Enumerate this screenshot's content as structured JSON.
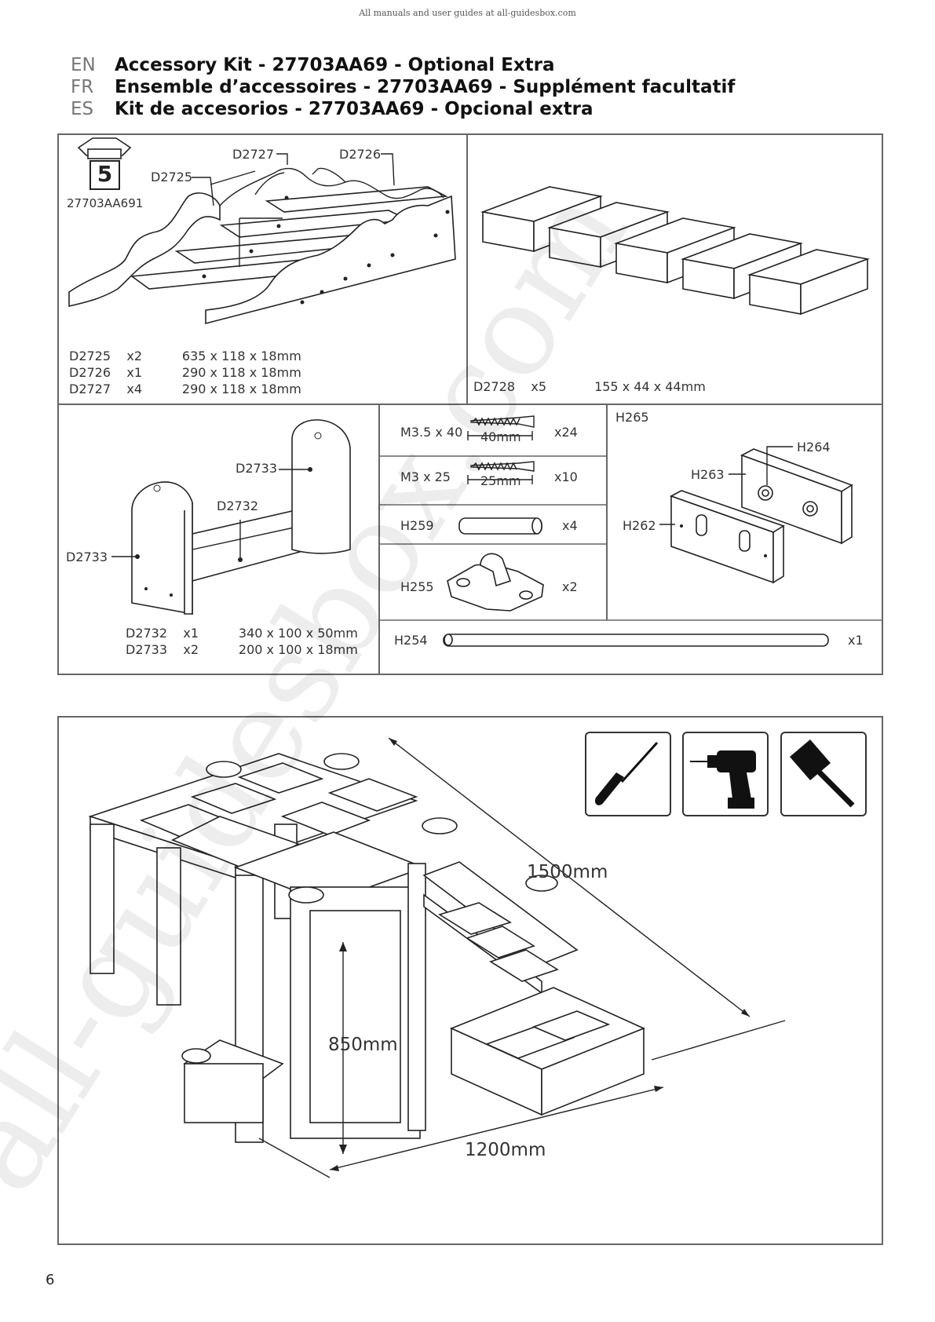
{
  "header_note": "All manuals and user guides at all-guidesbox.com",
  "titles": [
    {
      "lang": "EN",
      "text": "Accessory Kit - 27703AA69 - Optional Extra"
    },
    {
      "lang": "FR",
      "text": "Ensemble d’accessoires - 27703AA69 - Supplément facultatif"
    },
    {
      "lang": "ES",
      "text": "Kit de accesorios - 27703AA69 - Opcional extra"
    }
  ],
  "box": {
    "number": "5",
    "code": "27703AA691"
  },
  "parts": {
    "D2725": "D2725",
    "D2726": "D2726",
    "D2727": "D2727",
    "D2728": "D2728",
    "D2732": "D2732",
    "D2733": "D2733"
  },
  "specs": {
    "stairs": "D2725    x2          635 x 118 x 18mm\nD2726    x1          290 x 118 x 18mm\nD2727    x4          290 x 118 x 18mm",
    "blocks": "D2728    x5            155 x 44 x 44mm",
    "seat": "D2732    x1          340 x 100 x 50mm\nD2733    x2          200 x 100 x 18mm"
  },
  "hardware": [
    {
      "code": "M3.5 x 40",
      "length": "40mm",
      "qty": "x24"
    },
    {
      "code": "M3 x 25",
      "length": "25mm",
      "qty": "x10"
    },
    {
      "code": "H259",
      "qty": "x4"
    },
    {
      "code": "H255",
      "qty": "x2"
    },
    {
      "code": "H254",
      "qty": "x1"
    }
  ],
  "plates": {
    "group": "H265",
    "a": "H264",
    "b": "H263",
    "c": "H262"
  },
  "dimensions": {
    "length": "1500mm",
    "width": "1200mm",
    "height": "850mm"
  },
  "tools": [
    "screwdriver-icon",
    "drill-icon",
    "mallet-icon"
  ],
  "page_number": "6",
  "watermark": "all-guidesbox.com"
}
